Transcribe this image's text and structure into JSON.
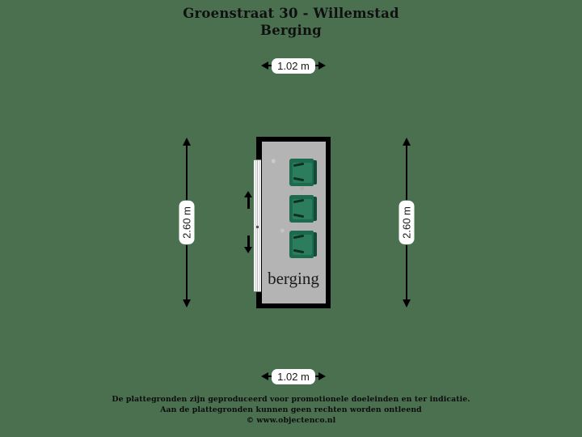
{
  "page": {
    "background_color": "#4a7050",
    "wall_color": "#000000",
    "floor_color": "#b4b4b4",
    "bin_color": "#1d6b4f",
    "text_color": "#101010"
  },
  "title": {
    "line1": "Groenstraat 30 - Willemstad",
    "line2": "Berging"
  },
  "dimensions": {
    "top": {
      "label": "1.02 m",
      "left_arrow_icon": "arrow-left-icon",
      "right_arrow_icon": "arrow-right-icon"
    },
    "bottom": {
      "label": "1.02 m",
      "left_arrow_icon": "arrow-left-icon",
      "right_arrow_icon": "arrow-right-icon"
    },
    "left": {
      "label": "2.60 m",
      "up_arrow_icon": "arrow-up-icon",
      "down_arrow_icon": "arrow-down-icon"
    },
    "right": {
      "label": "2.60 m",
      "up_arrow_icon": "arrow-up-icon",
      "down_arrow_icon": "arrow-down-icon"
    }
  },
  "floorplan": {
    "room_label": "berging",
    "door": {
      "name": "roller-door",
      "swing_up_icon": "arrow-up-icon",
      "swing_down_icon": "arrow-down-icon"
    },
    "furniture": [
      {
        "name": "waste-bin",
        "index": 1
      },
      {
        "name": "waste-bin",
        "index": 2
      },
      {
        "name": "waste-bin",
        "index": 3
      }
    ]
  },
  "footer": {
    "line1": "De plattegronden zijn geproduceerd voor promotionele doeleinden en ter indicatie.",
    "line2": "Aan de plattegronden kunnen geen rechten worden ontleend",
    "line3": "© www.objectenco.nl"
  }
}
